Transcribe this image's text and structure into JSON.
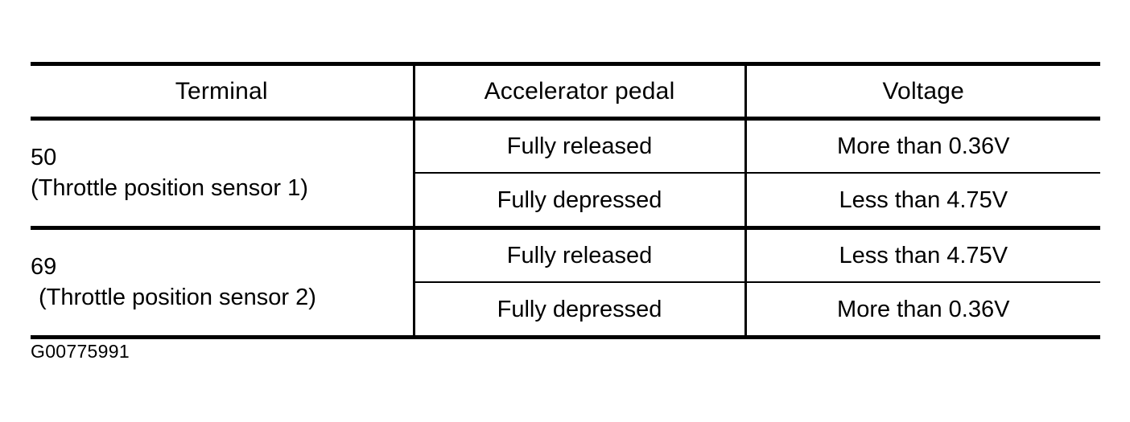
{
  "document": {
    "figure_caption": "G00775991"
  },
  "table": {
    "headers": [
      {
        "label": "Terminal"
      },
      {
        "label": "Accelerator pedal"
      },
      {
        "label": "Voltage"
      }
    ],
    "groups": [
      {
        "terminal_number": "50",
        "terminal_description": "(Throttle position sensor 1)",
        "rows": [
          {
            "pedal": "Fully released",
            "voltage": "More than 0.36V"
          },
          {
            "pedal": "Fully depressed",
            "voltage": "Less than 4.75V"
          }
        ]
      },
      {
        "terminal_number": "69",
        "terminal_description": "(Throttle position sensor 2)",
        "rows": [
          {
            "pedal": "Fully released",
            "voltage": "Less than 4.75V"
          },
          {
            "pedal": "Fully depressed",
            "voltage": "More than 0.36V"
          }
        ]
      }
    ]
  },
  "colors": {
    "ink": "#000000",
    "page_background": "#ffffff"
  }
}
